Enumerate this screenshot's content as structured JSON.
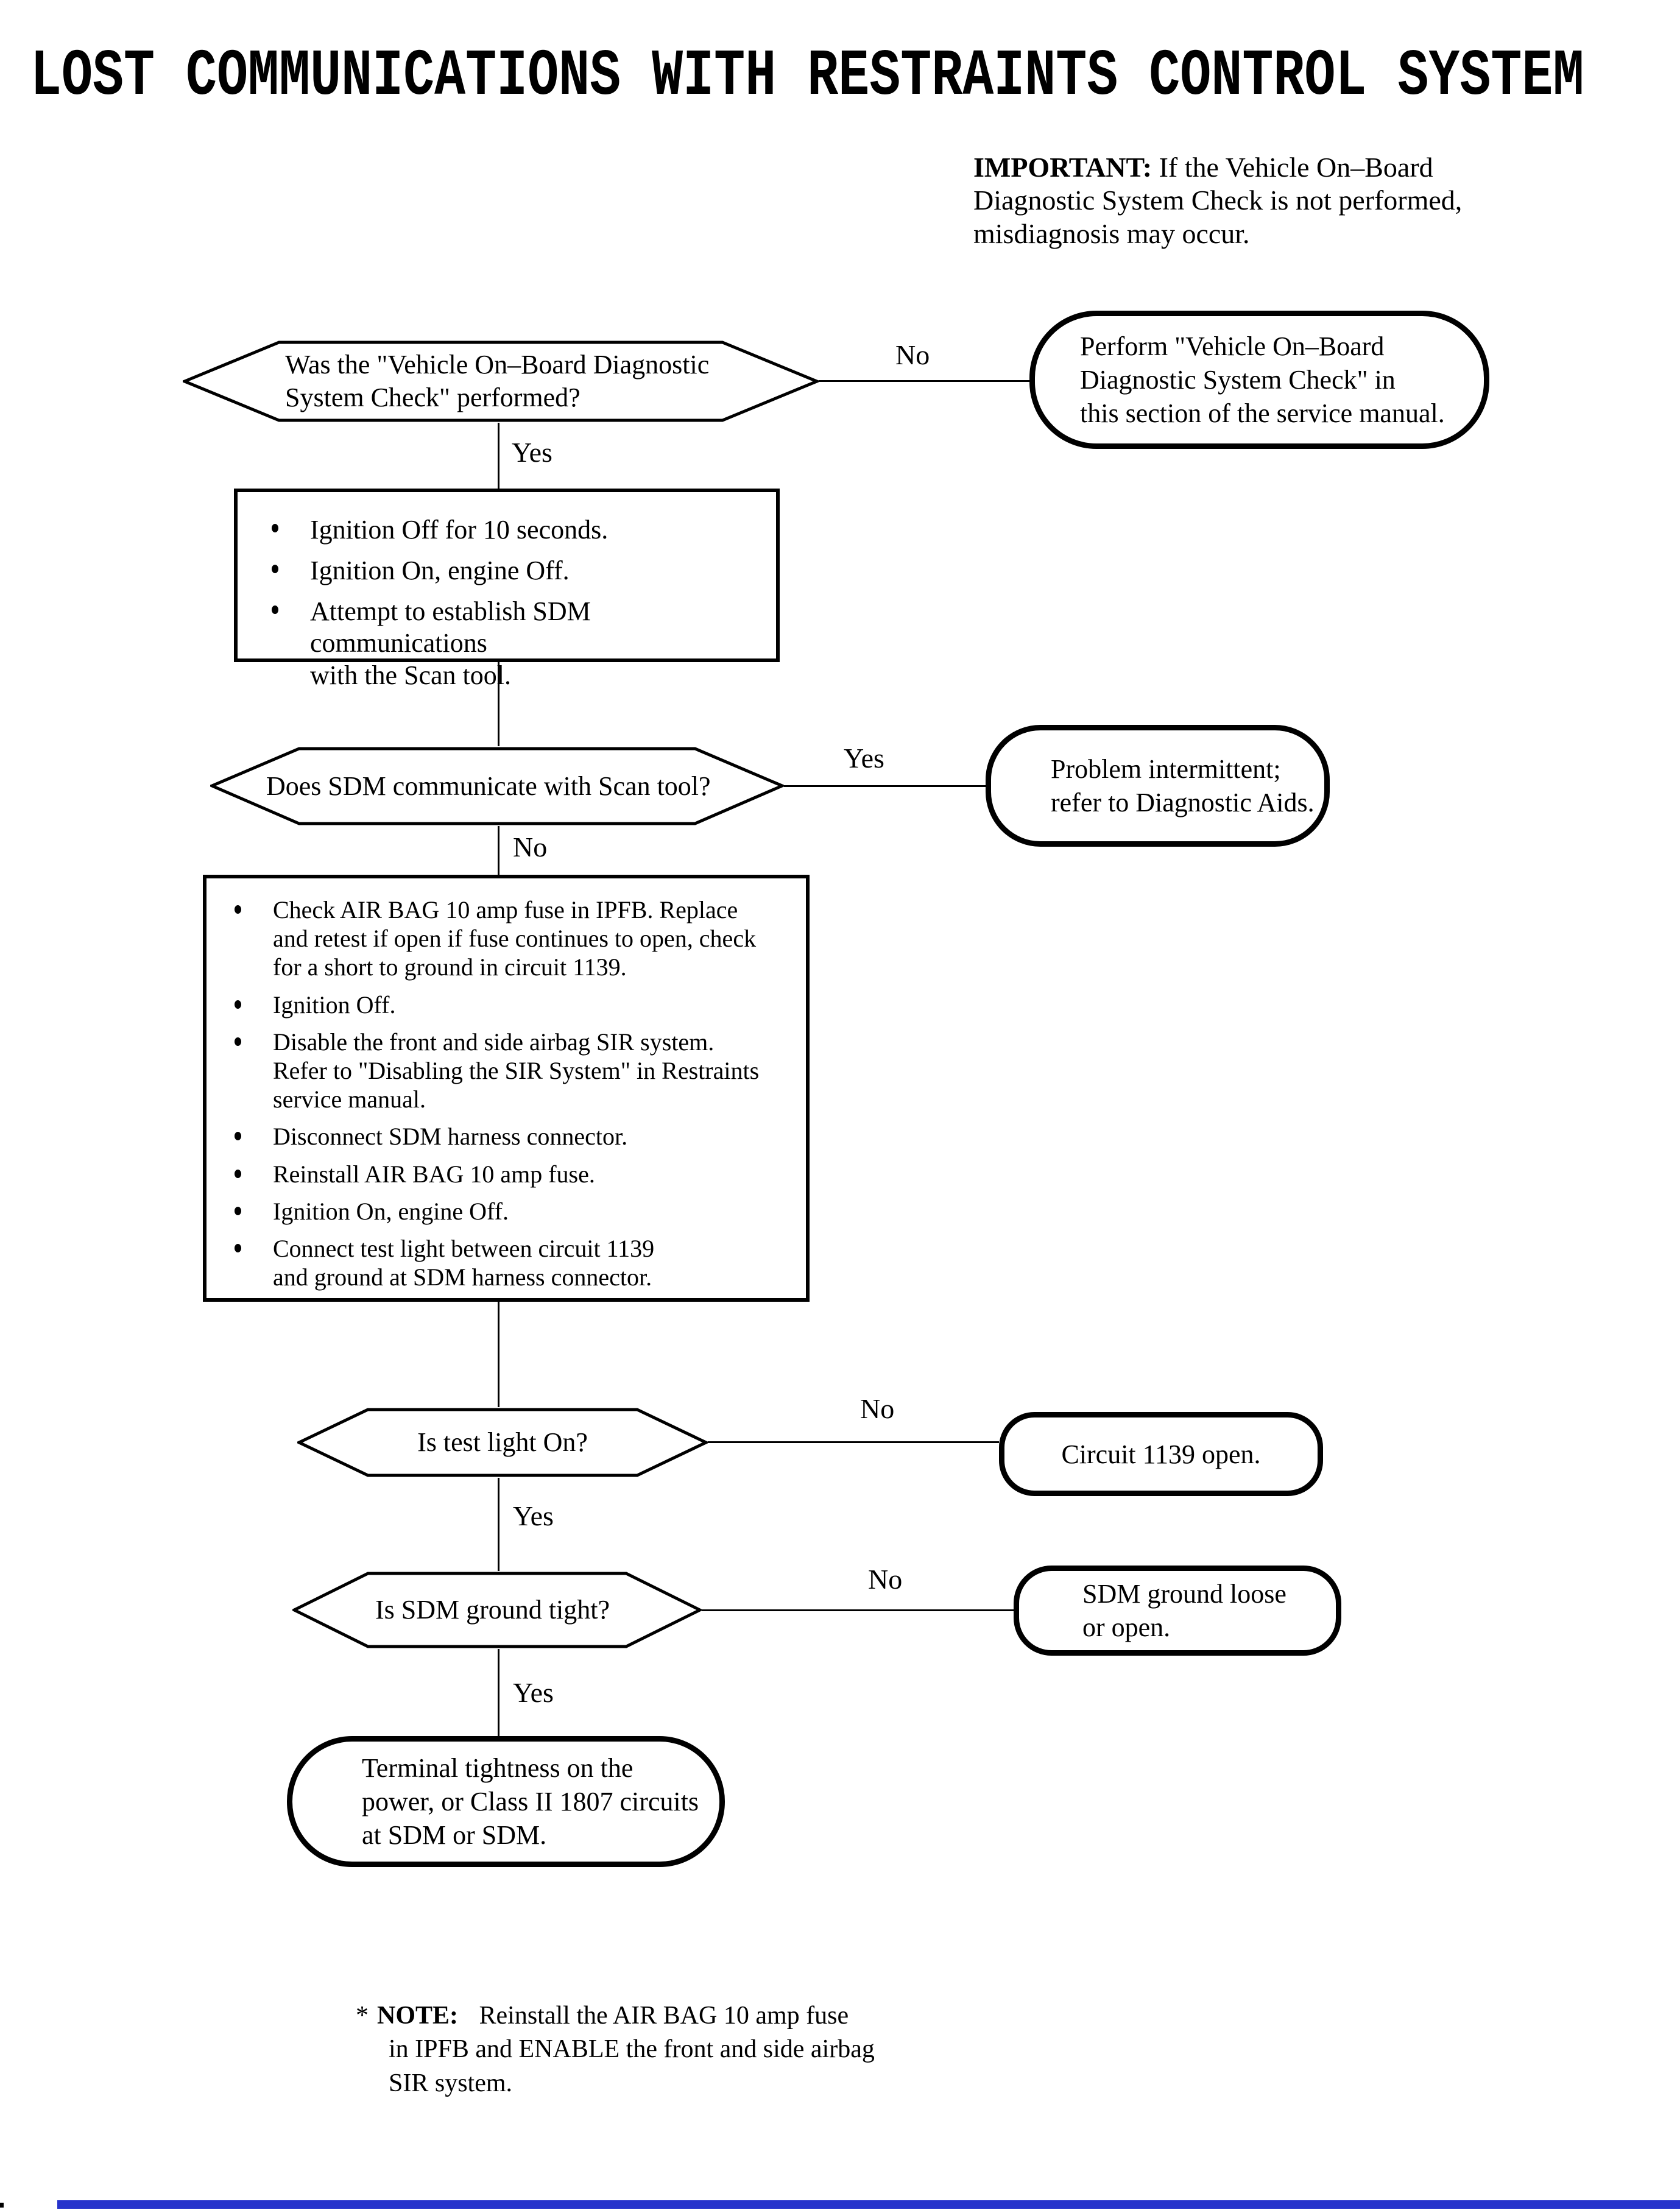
{
  "title": "LOST COMMUNICATIONS WITH RESTRAINTS CONTROL SYSTEM",
  "important": {
    "label": "IMPORTANT:",
    "line1_rest": "  If the Vehicle On–Board",
    "rest": "Diagnostic System Check is not performed,\nmisdiagnosis may occur."
  },
  "flow": {
    "d1": {
      "question": "Was the \"Vehicle On–Board Diagnostic\nSystem Check\" performed?"
    },
    "r1": {
      "text": "Perform \"Vehicle On–Board\nDiagnostic System Check\" in\nthis section of the service manual."
    },
    "b1": {
      "items": [
        "Ignition Off for 10 seconds.",
        "Ignition On, engine Off.",
        "Attempt to establish SDM communications\nwith the Scan tool."
      ]
    },
    "d2": {
      "question": "Does SDM communicate with Scan tool?"
    },
    "r2": {
      "text": "Problem intermittent;\nrefer to Diagnostic Aids."
    },
    "b2": {
      "items": [
        "Check AIR BAG 10 amp fuse in IPFB.  Replace\nand retest if open if fuse continues to open, check\nfor a short to ground in circuit 1139.",
        "Ignition Off.",
        "Disable the front and side airbag SIR system.\nRefer to \"Disabling the SIR System\" in Restraints\nservice manual.",
        "Disconnect SDM harness connector.",
        "Reinstall AIR BAG 10 amp fuse.",
        "Ignition On, engine Off.",
        "Connect test light between circuit 1139\nand ground at SDM harness connector."
      ]
    },
    "d3": {
      "question": "Is test light On?"
    },
    "r3": {
      "text": "Circuit 1139 open."
    },
    "d4": {
      "question": "Is SDM ground tight?"
    },
    "r4": {
      "text": "SDM ground loose\nor open."
    },
    "r5": {
      "text": "Terminal tightness on the\npower, or Class II 1807 circuits\nat SDM or SDM."
    },
    "labels": {
      "e1_no": "No",
      "e1_yes": "Yes",
      "e2_yes": "Yes",
      "e2_no": "No",
      "e3_no": "No",
      "e3_yes": "Yes",
      "e4_no": "No",
      "e4_yes": "Yes"
    }
  },
  "note": {
    "star": "*",
    "label": "NOTE:",
    "first": " Reinstall the AIR BAG 10 amp fuse",
    "rest": "in IPFB and ENABLE the front and side airbag\nSIR system."
  },
  "colors": {
    "accent_bar": "#2633cc"
  }
}
